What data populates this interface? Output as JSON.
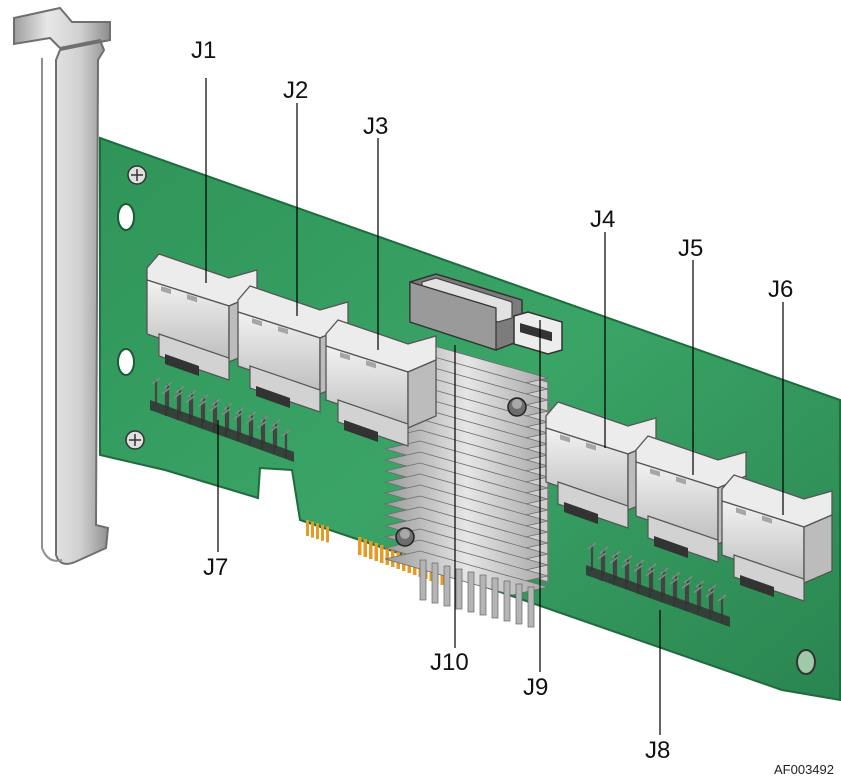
{
  "labels": {
    "j1": "J1",
    "j2": "J2",
    "j3": "J3",
    "j4": "J4",
    "j5": "J5",
    "j6": "J6",
    "j7": "J7",
    "j8": "J8",
    "j9": "J9",
    "j10": "J10"
  },
  "figure_id": "AF003492",
  "colors": {
    "board": "#2d8d55",
    "board_edge": "#1f6b3e",
    "bracket": "#c9c9c9",
    "connector": "#d8d8d8",
    "heatsink": "#bdbdbd",
    "gold_fingers": "#e59b24"
  }
}
